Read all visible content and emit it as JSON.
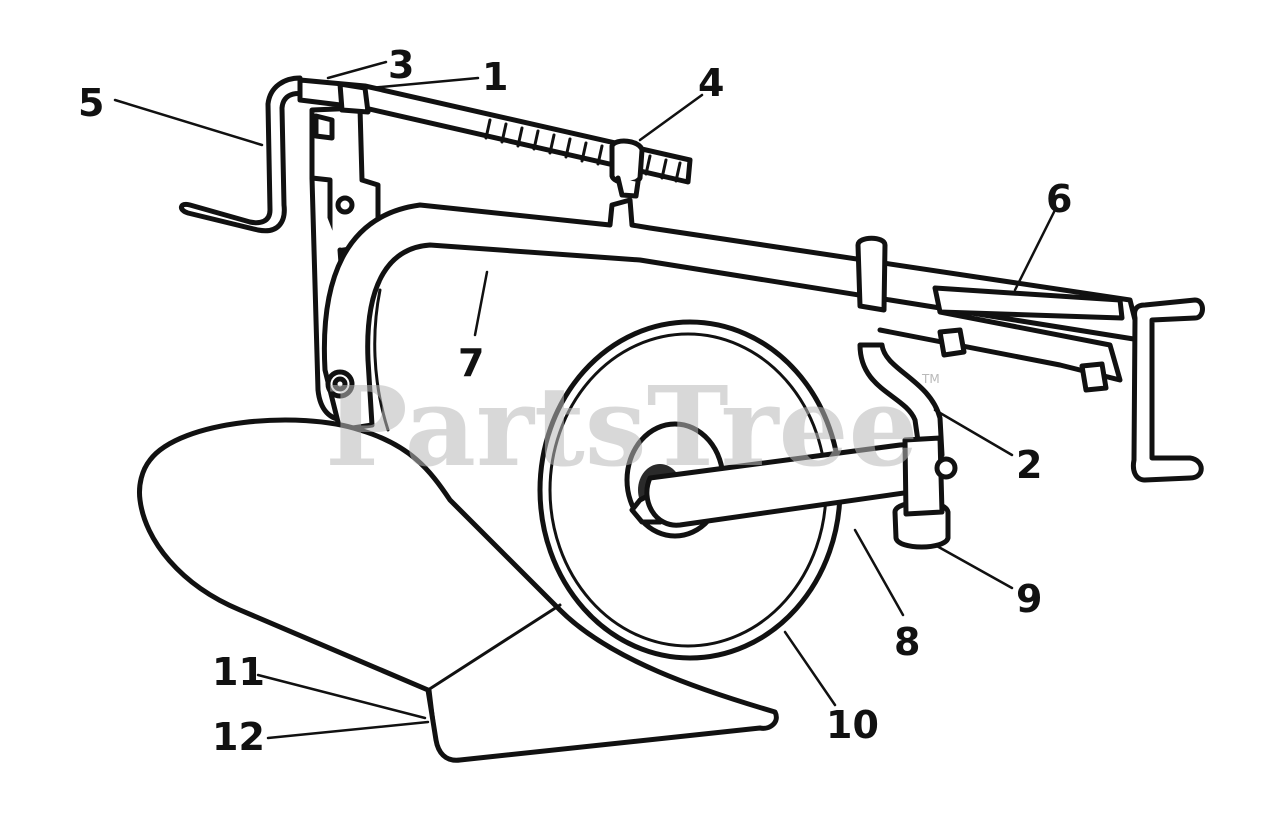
{
  "watermark": {
    "text": "PartsTree",
    "mark": "TM"
  },
  "callouts": [
    {
      "id": "1",
      "label": "1"
    },
    {
      "id": "2",
      "label": "2"
    },
    {
      "id": "3",
      "label": "3"
    },
    {
      "id": "4",
      "label": "4"
    },
    {
      "id": "5",
      "label": "5"
    },
    {
      "id": "6",
      "label": "6"
    },
    {
      "id": "7",
      "label": "7"
    },
    {
      "id": "8",
      "label": "8"
    },
    {
      "id": "9",
      "label": "9"
    },
    {
      "id": "10",
      "label": "10"
    },
    {
      "id": "11",
      "label": "11"
    },
    {
      "id": "12",
      "label": "12"
    }
  ]
}
